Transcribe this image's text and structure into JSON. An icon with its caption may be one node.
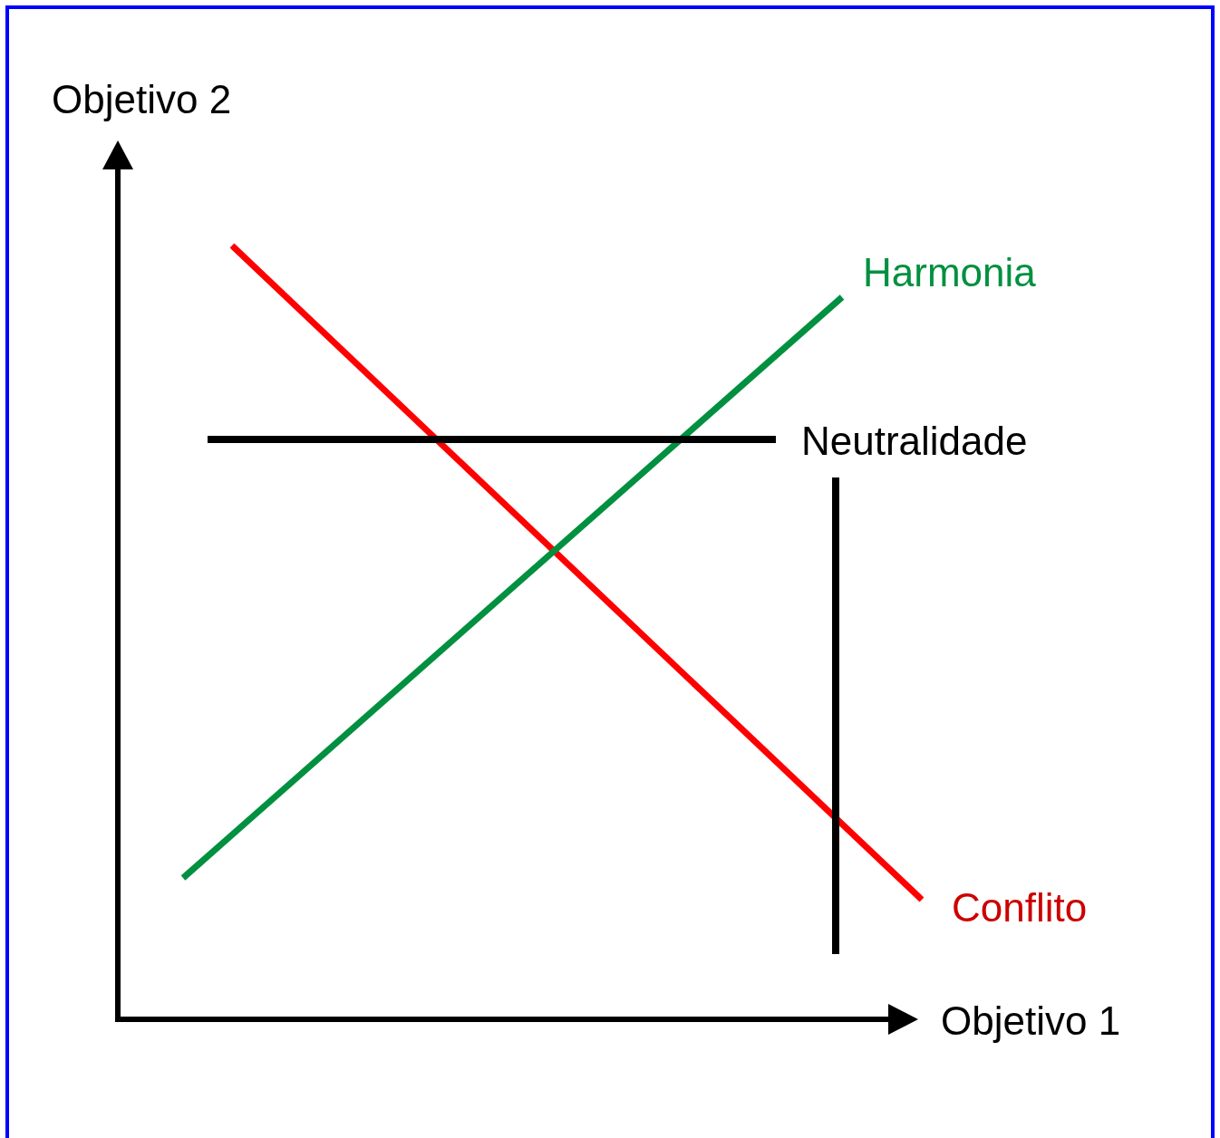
{
  "diagram": {
    "labels": [
      "Objetivo 2",
      "Harmonia",
      "Neutralidade",
      "Conflito",
      "Objetivo 1"
    ]
  }
}
